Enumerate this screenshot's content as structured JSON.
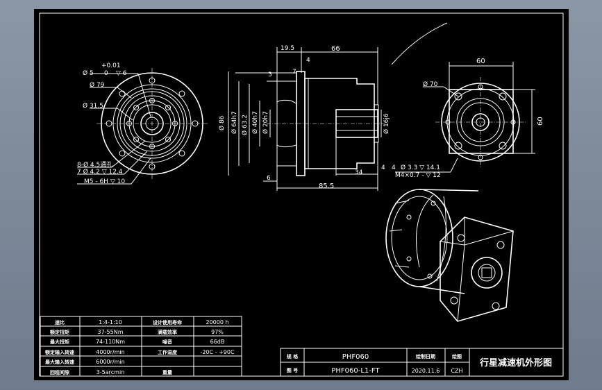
{
  "dims": {
    "top_19_5": "19.5",
    "top_66": "66",
    "top_4": "4",
    "top_3": "3",
    "top_7": "7",
    "phi86": "Ø 86",
    "phi64h7": "Ø 64h7",
    "phi63_2": "Ø 63.2",
    "phi40h7": "Ø 40h7",
    "phi20h7": "Ø 20h7",
    "phi16j6": "Ø 16j6",
    "phi5": "Ø 5",
    "phi5_tol": "+0.01",
    "phi5_tol2": "0",
    "phi5_depth": "▽ 6",
    "phi79": "Ø 79",
    "phi31_5": "Ø 31.5",
    "holes_8": "8-Ø 4.5通孔",
    "holes_7": "7 Ø 4.2 ▽ 12.4",
    "m5": "M5 - 6H ▽ 10",
    "bot_6": "6",
    "bot_34": "34",
    "bot_85_5": "85.5",
    "bot_4a": "4",
    "bot_4b": "4",
    "hole_33": "Ø 3.3 ▽ 14.1",
    "m4": "M4×0.7 - ▽ 12",
    "right_60_top": "60",
    "right_60_side": "60",
    "right_phi70": "Ø 70"
  },
  "spec_table": {
    "rows": [
      {
        "label": "速比",
        "value": "1:4-1:10",
        "label2": "设计使用寿命",
        "value2": "20000 h"
      },
      {
        "label": "额定扭矩",
        "value": "37-55Nm",
        "label2": "满载效率",
        "value2": "97%"
      },
      {
        "label": "最大扭矩",
        "value": "74-110Nm",
        "label2": "噪音",
        "value2": "66dB"
      },
      {
        "label": "额定输入转速",
        "value": "4000r/min",
        "label2": "工作温度",
        "value2": "-20C - +90C"
      },
      {
        "label": "最大输入转速",
        "value": "6000r/min",
        "label2": "",
        "value2": ""
      },
      {
        "label": "回程间隙",
        "value": "3-5arcmin",
        "label2": "重量",
        "value2": ""
      }
    ]
  },
  "title_block": {
    "label_spec": "规 格",
    "label_drawing_no": "图 号",
    "model": "PHF060",
    "drawing_no": "PHF060-L1-FT",
    "label_date": "绘制日期",
    "date": "2020.11.6",
    "label_drawer": "绘图",
    "drawer": "CZH",
    "title": "行星减速机外形图"
  },
  "colors": {
    "background": "#000000",
    "line": "#ffffff",
    "frame_bg": "#7a8898"
  }
}
